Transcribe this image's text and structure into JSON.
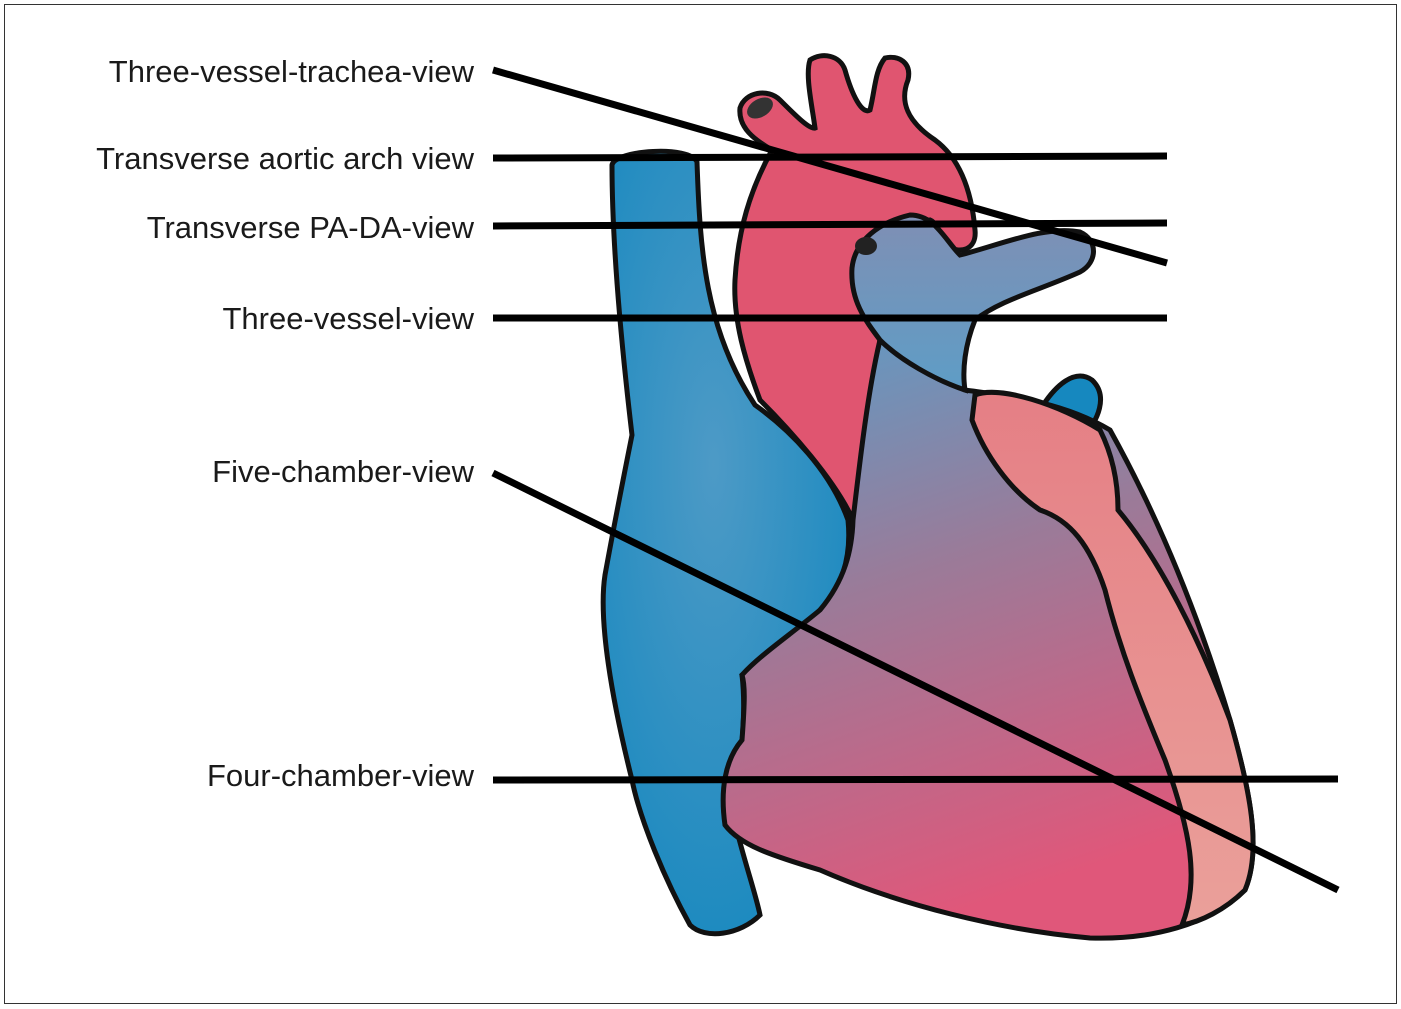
{
  "title": "Fetal heart echocardiography screening planes",
  "planes": [
    {
      "label": "Three-vessel-trachea-view"
    },
    {
      "label": "Transverse aortic arch view"
    },
    {
      "label": "Transverse PA-DA-view"
    },
    {
      "label": "Three-vessel-view"
    },
    {
      "label": "Five-chamber-view"
    },
    {
      "label": "Four-chamber-view"
    }
  ],
  "colors": {
    "venous": "#1688bf",
    "arterial": "#e05570",
    "atrium": "#ee8d8d",
    "outline": "#111111"
  }
}
